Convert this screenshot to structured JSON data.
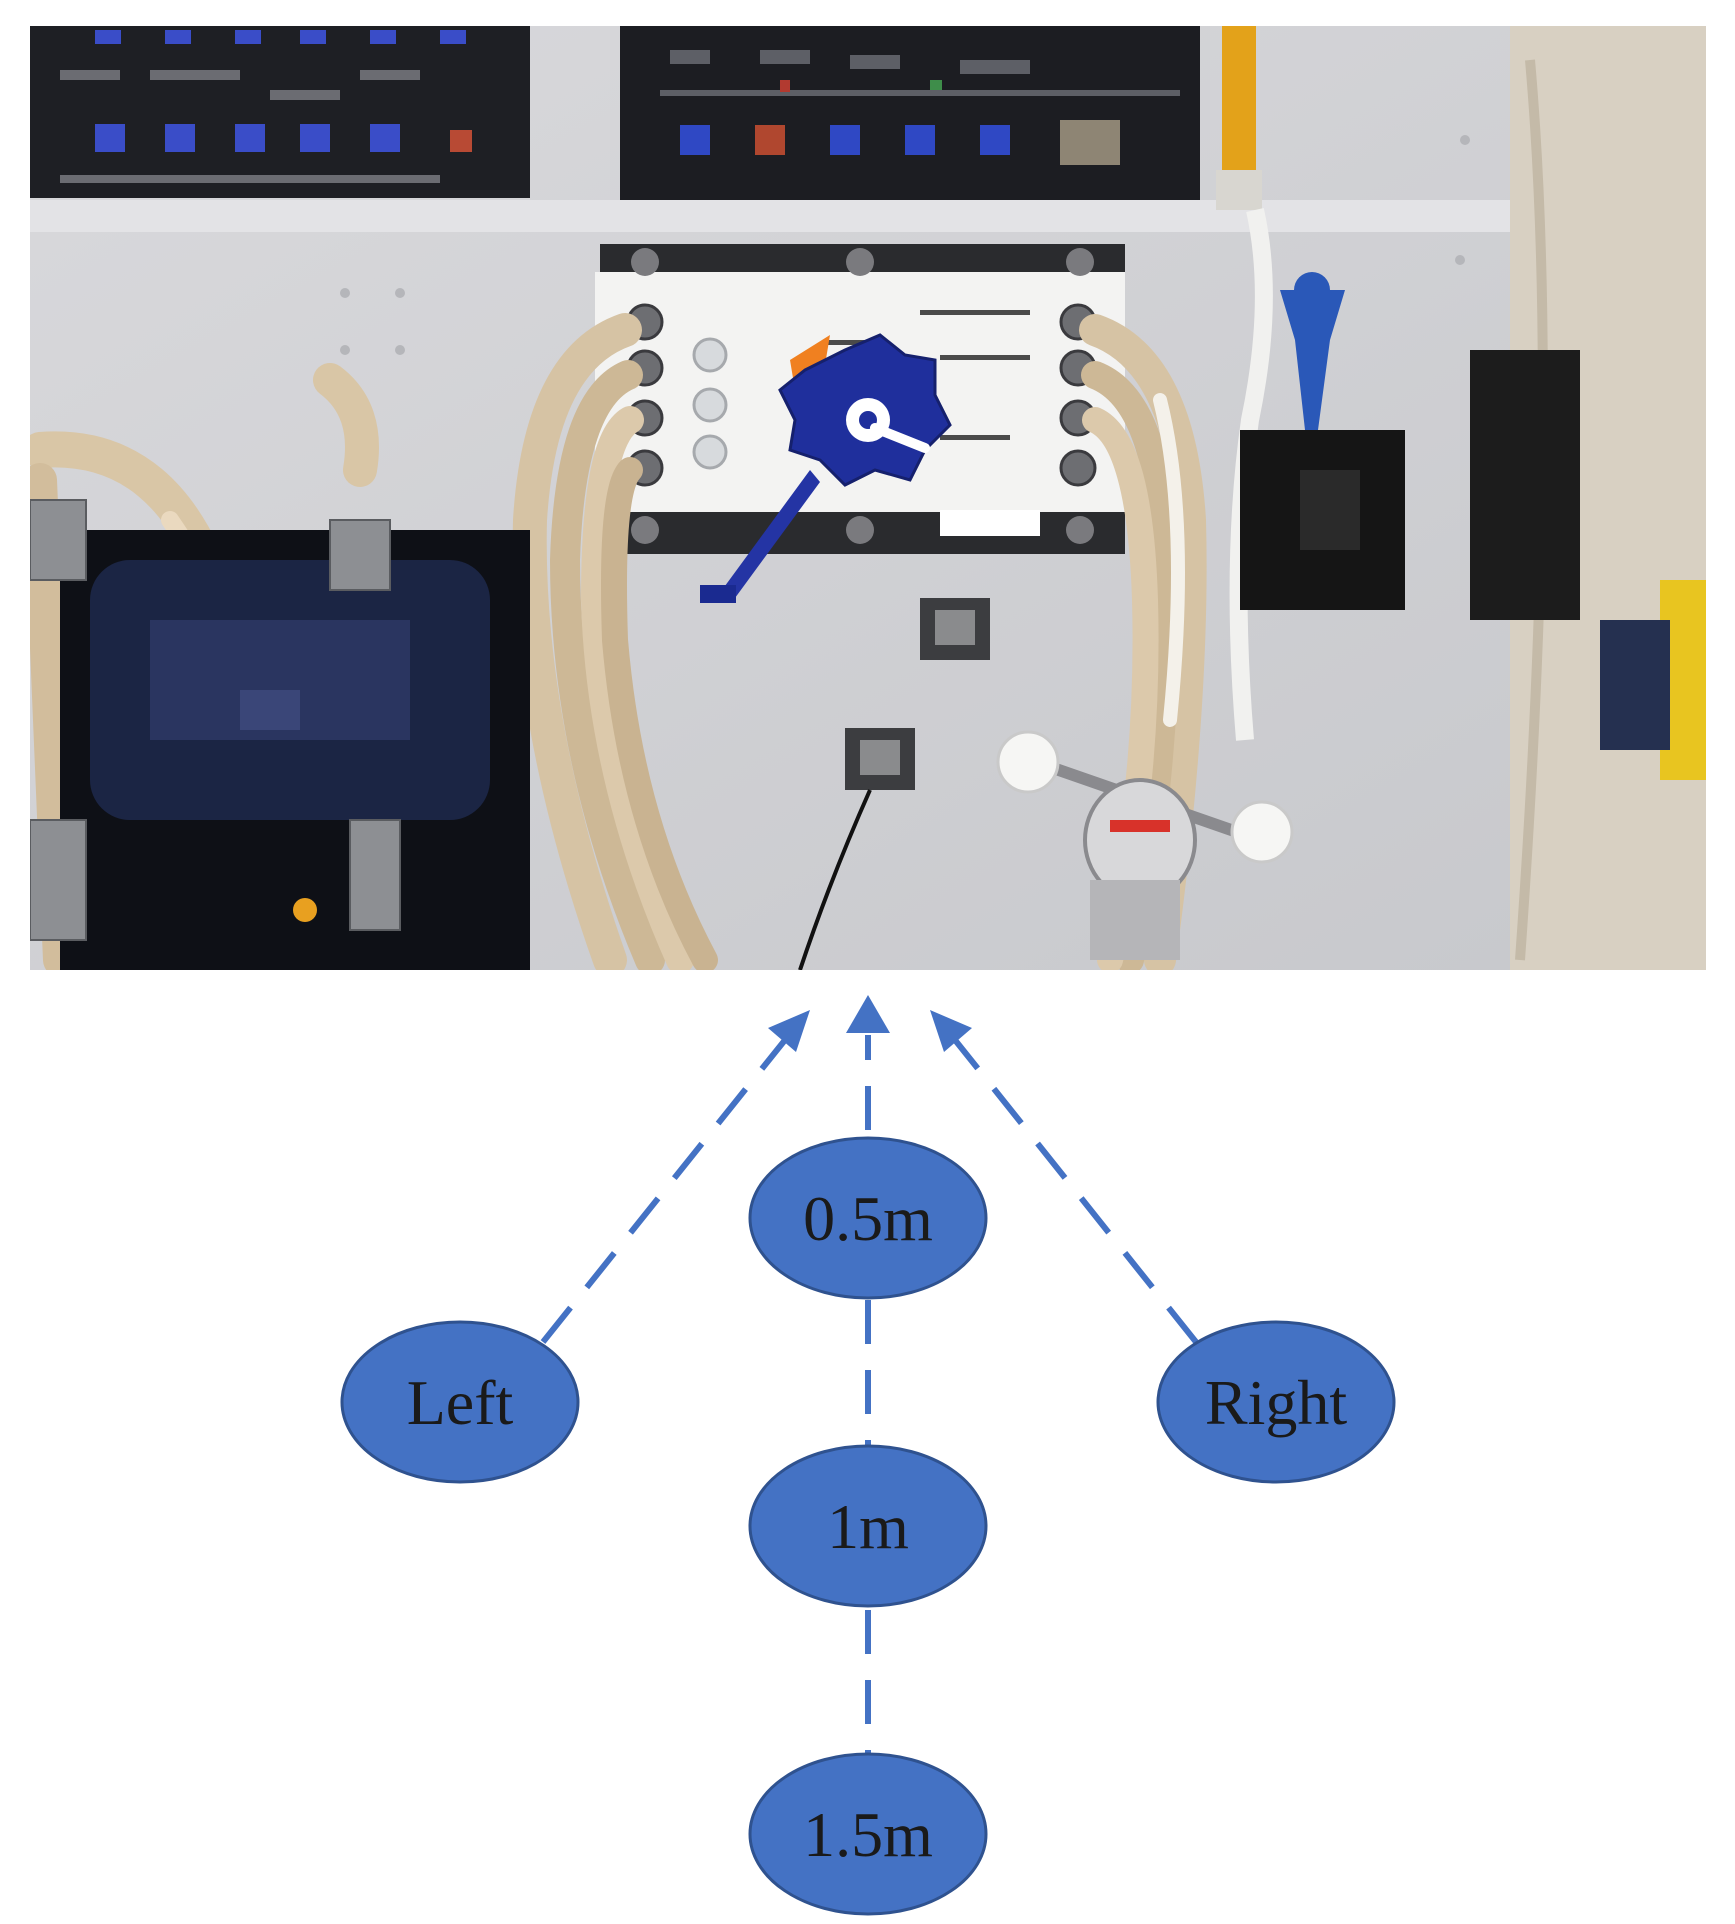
{
  "colors": {
    "node_fill": "#4472c4",
    "node_stroke": "#2f528f",
    "arrow": "#4472c4",
    "label": "#1a1a1a"
  },
  "photo": {
    "subject": "spacecraft-cabin-panel",
    "icons": [
      "valve-knob-icon",
      "hose-icon",
      "sensor-board-icon",
      "handle-icon"
    ]
  },
  "nodes": {
    "left": "Left",
    "center_near": "0.5m",
    "right": "Right",
    "center_mid": "1m",
    "center_far": "1.5m"
  }
}
